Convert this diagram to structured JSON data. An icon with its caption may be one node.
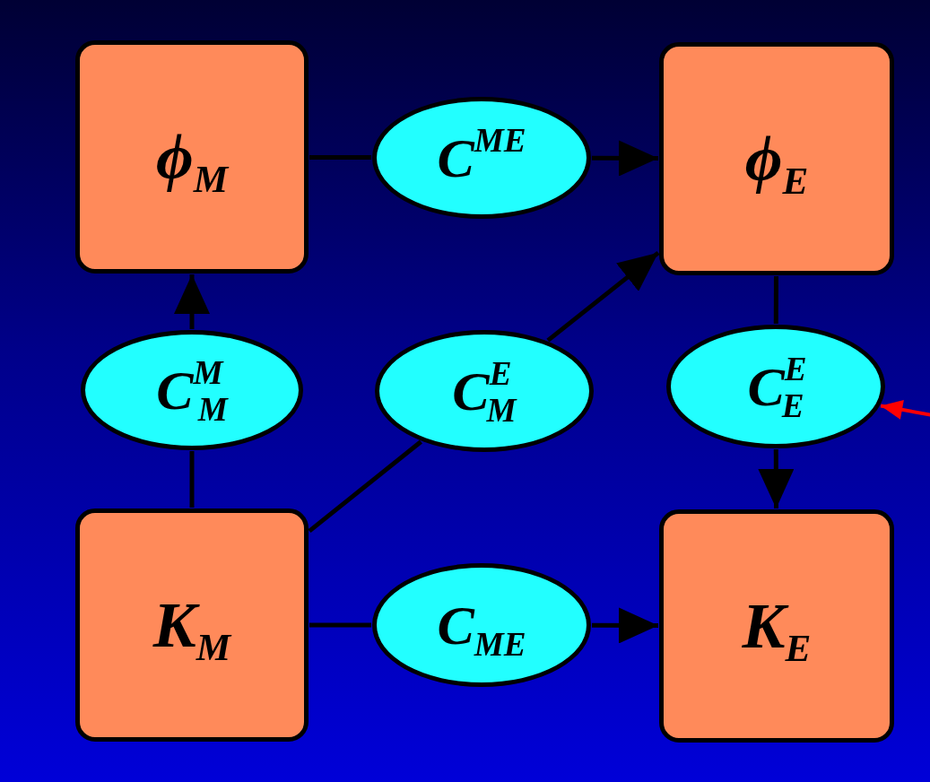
{
  "diagram": {
    "nodes": [
      {
        "text": [
          "ϕ$_{M}$"
        ]
      },
      {
        "text": [
          "C$^{ME}$"
        ]
      },
      {
        "text": [
          "ϕ$_{E}$"
        ]
      },
      {
        "text": [
          "C$^{M}$$_{M}$"
        ]
      },
      {
        "text": [
          "C$^{E}$$_{M}$"
        ]
      },
      {
        "text": [
          "C$^{E}$$_{E}$"
        ]
      },
      {
        "text": [
          "K$_{M}$"
        ]
      },
      {
        "text": [
          "C$_{ME}$"
        ]
      },
      {
        "text": [
          "K$_{E}$"
        ]
      }
    ],
    "edges": [
      {
        "from": 0,
        "to": 1,
        "arrow": "none"
      },
      {
        "from": 1,
        "to": 2,
        "arrow": "to"
      },
      {
        "from": 6,
        "to": 3,
        "arrow": "none"
      },
      {
        "from": 3,
        "to": 0,
        "arrow": "to"
      },
      {
        "from": 6,
        "to": 4,
        "arrow": "none"
      },
      {
        "from": 4,
        "to": 2,
        "arrow": "to"
      },
      {
        "from": 2,
        "to": 5,
        "arrow": "none"
      },
      {
        "from": 5,
        "to": 8,
        "arrow": "to"
      },
      {
        "from": 6,
        "to": 7,
        "arrow": "none"
      },
      {
        "from": 7,
        "to": 8,
        "arrow": "to"
      },
      {
        "from": null,
        "to": 5,
        "arrow": "to",
        "color": "#ff0000"
      }
    ]
  }
}
